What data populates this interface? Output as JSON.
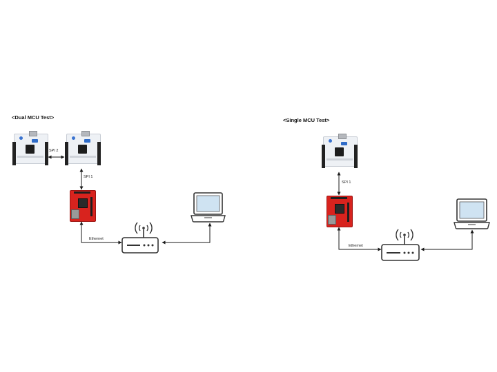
{
  "dual": {
    "title": "<Dual MCU Test>",
    "spi2_label": "SPI 2",
    "spi1_label": "SPI 1",
    "ethernet_label": "Ethernet"
  },
  "single": {
    "title": "<Single MCU Test>",
    "spi1_label": "SPI 1",
    "ethernet_label": "Ethernet"
  },
  "colors": {
    "line": "#1a1a1a",
    "device_stroke": "#333333",
    "screen": "#cfe3f2",
    "eth_board": "#d8231e"
  },
  "icons": [
    "nucleo-board-icon",
    "ethernet-shield-icon",
    "router-icon",
    "laptop-icon"
  ]
}
